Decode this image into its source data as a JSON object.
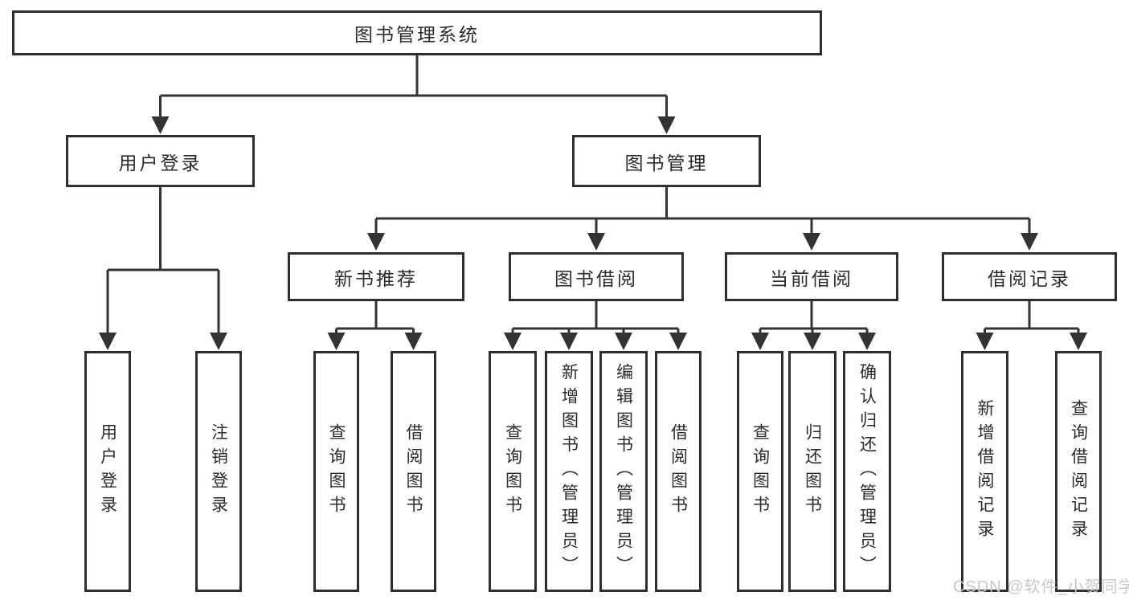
{
  "diagram": {
    "title": "图书管理系统",
    "watermark": "CSDN @软件_小贺同学",
    "colors": {
      "line": "#333333",
      "box_border": "#2e2e2e",
      "text": "#2b2b2b",
      "watermark": "#c8c8c8",
      "background": "#ffffff"
    },
    "branches": [
      {
        "label": "用户登录",
        "children": [
          "用户登录",
          "注销登录"
        ]
      },
      {
        "label": "图书管理",
        "groups": [
          {
            "label": "新书推荐",
            "children": [
              "查询图书",
              "借阅图书"
            ]
          },
          {
            "label": "图书借阅",
            "children": [
              "查询图书",
              "新增图书（管理员）",
              "编辑图书（管理员）",
              "借阅图书"
            ]
          },
          {
            "label": "当前借阅",
            "children": [
              "查询图书",
              "归还图书",
              "确认归还（管理员）"
            ]
          },
          {
            "label": "借阅记录",
            "children": [
              "新增借阅记录",
              "查询借阅记录"
            ]
          }
        ]
      }
    ]
  }
}
